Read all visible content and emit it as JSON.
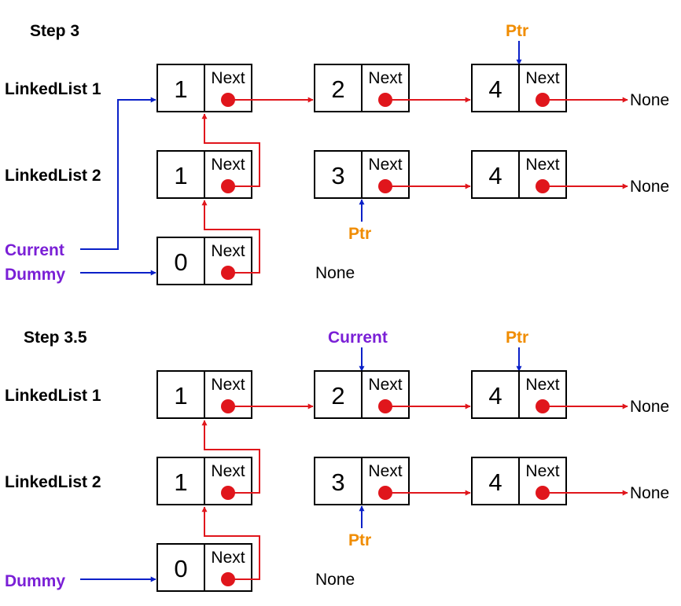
{
  "colors": {
    "pointer_label": "#f08c00",
    "head_label": "#7a1fd6",
    "link": "#e0161c",
    "pointer_arrow": "#0a20c8"
  },
  "next_label": "Next",
  "none_label": "None",
  "steps": [
    {
      "title": "Step 3",
      "lists": [
        {
          "label": "LinkedList 1",
          "values": [
            "1",
            "2",
            "4"
          ]
        },
        {
          "label": "LinkedList 2",
          "values": [
            "1",
            "3",
            "4"
          ]
        }
      ],
      "dummy_value": "0",
      "ptr_top_label": "Ptr",
      "ptr_bottom_label": "Ptr",
      "current_label": "Current",
      "dummy_label": "Dummy"
    },
    {
      "title": "Step 3.5",
      "lists": [
        {
          "label": "LinkedList 1",
          "values": [
            "1",
            "2",
            "4"
          ]
        },
        {
          "label": "LinkedList 2",
          "values": [
            "1",
            "3",
            "4"
          ]
        }
      ],
      "dummy_value": "0",
      "ptr_top_label": "Ptr",
      "ptr_bottom_label": "Ptr",
      "current_label": "Current",
      "dummy_label": "Dummy"
    }
  ]
}
